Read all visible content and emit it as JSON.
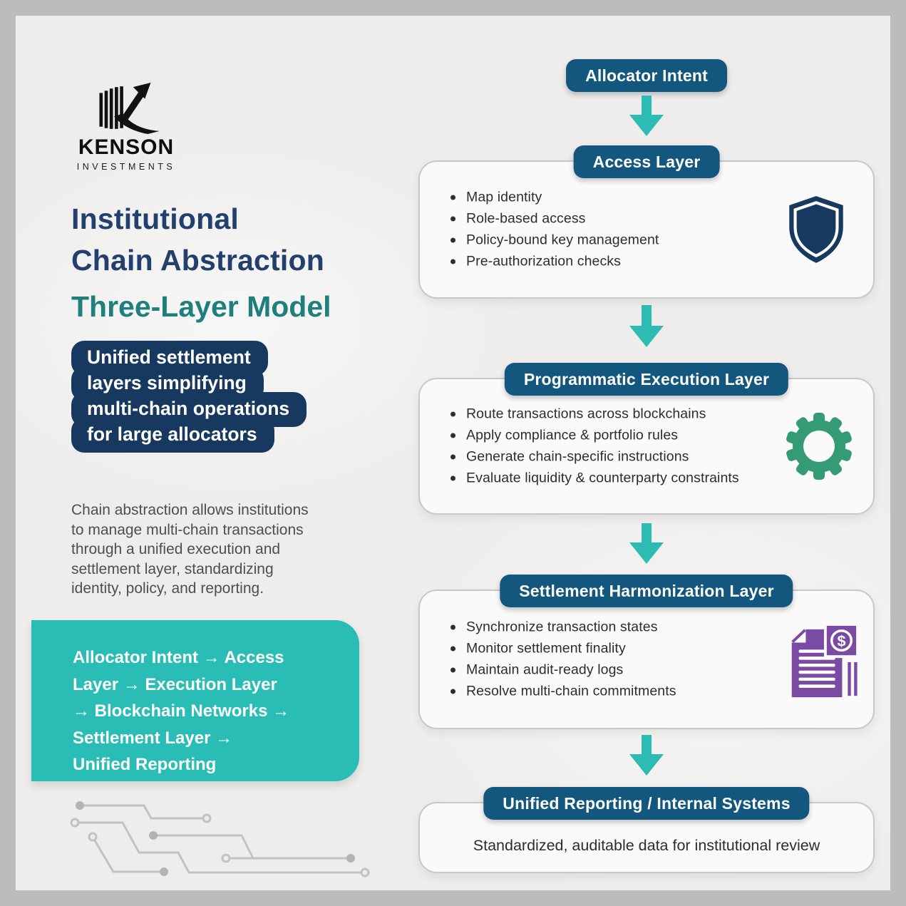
{
  "brand": {
    "name": "KENSON",
    "tagline": "INVESTMENTS",
    "logo_icon": "kenson-logo-icon"
  },
  "intro": {
    "title_line1": "Institutional",
    "title_line2": "Chain Abstraction",
    "subtitle": "Three-Layer Model",
    "highlight_lines": [
      "Unified settlement",
      "layers simplifying",
      "multi-chain operations",
      "for large allocators"
    ],
    "description": "Chain abstraction allows institutions\nto manage multi-chain transactions\nthrough a unified execution and\nsettlement layer, standardizing\nidentity, policy, and reporting.",
    "flow_summary": "Allocator Intent → Access\nLayer → Execution Layer\n→ Blockchain Networks →\nSettlement Layer →\nUnified Reporting"
  },
  "flowchart": {
    "start_label": "Allocator Intent",
    "layers": [
      {
        "label": "Access Layer",
        "icon": "shield-icon",
        "bullets": [
          "Map identity",
          "Role-based access",
          "Policy-bound key management",
          "Pre-authorization checks"
        ]
      },
      {
        "label": "Programmatic Execution Layer",
        "icon": "gear-icon",
        "bullets": [
          "Route transactions across blockchains",
          "Apply compliance & portfolio rules",
          "Generate chain-specific instructions",
          "Evaluate liquidity & counterparty constraints"
        ]
      },
      {
        "label": "Settlement Harmonization Layer",
        "icon": "invoice-icon",
        "bullets": [
          "Synchronize transaction states",
          "Monitor settlement finality",
          "Maintain audit-ready logs",
          "Resolve multi-chain commitments"
        ]
      }
    ],
    "end_label": "Unified Reporting / Internal Systems",
    "end_note": "Standardized, auditable data for institutional review"
  },
  "colors": {
    "pill_blue": "#14577E",
    "navy": "#17395F",
    "title_navy": "#223F6D",
    "teal": "#2ABDB5",
    "teal_heading": "#1F7F7D",
    "arrow_teal": "#2CBCB4",
    "gear_green": "#359B74",
    "doc_purple": "#7B4BA3",
    "frame_gray": "#BCBCBC",
    "canvas_gray": "#EEEDEC"
  }
}
